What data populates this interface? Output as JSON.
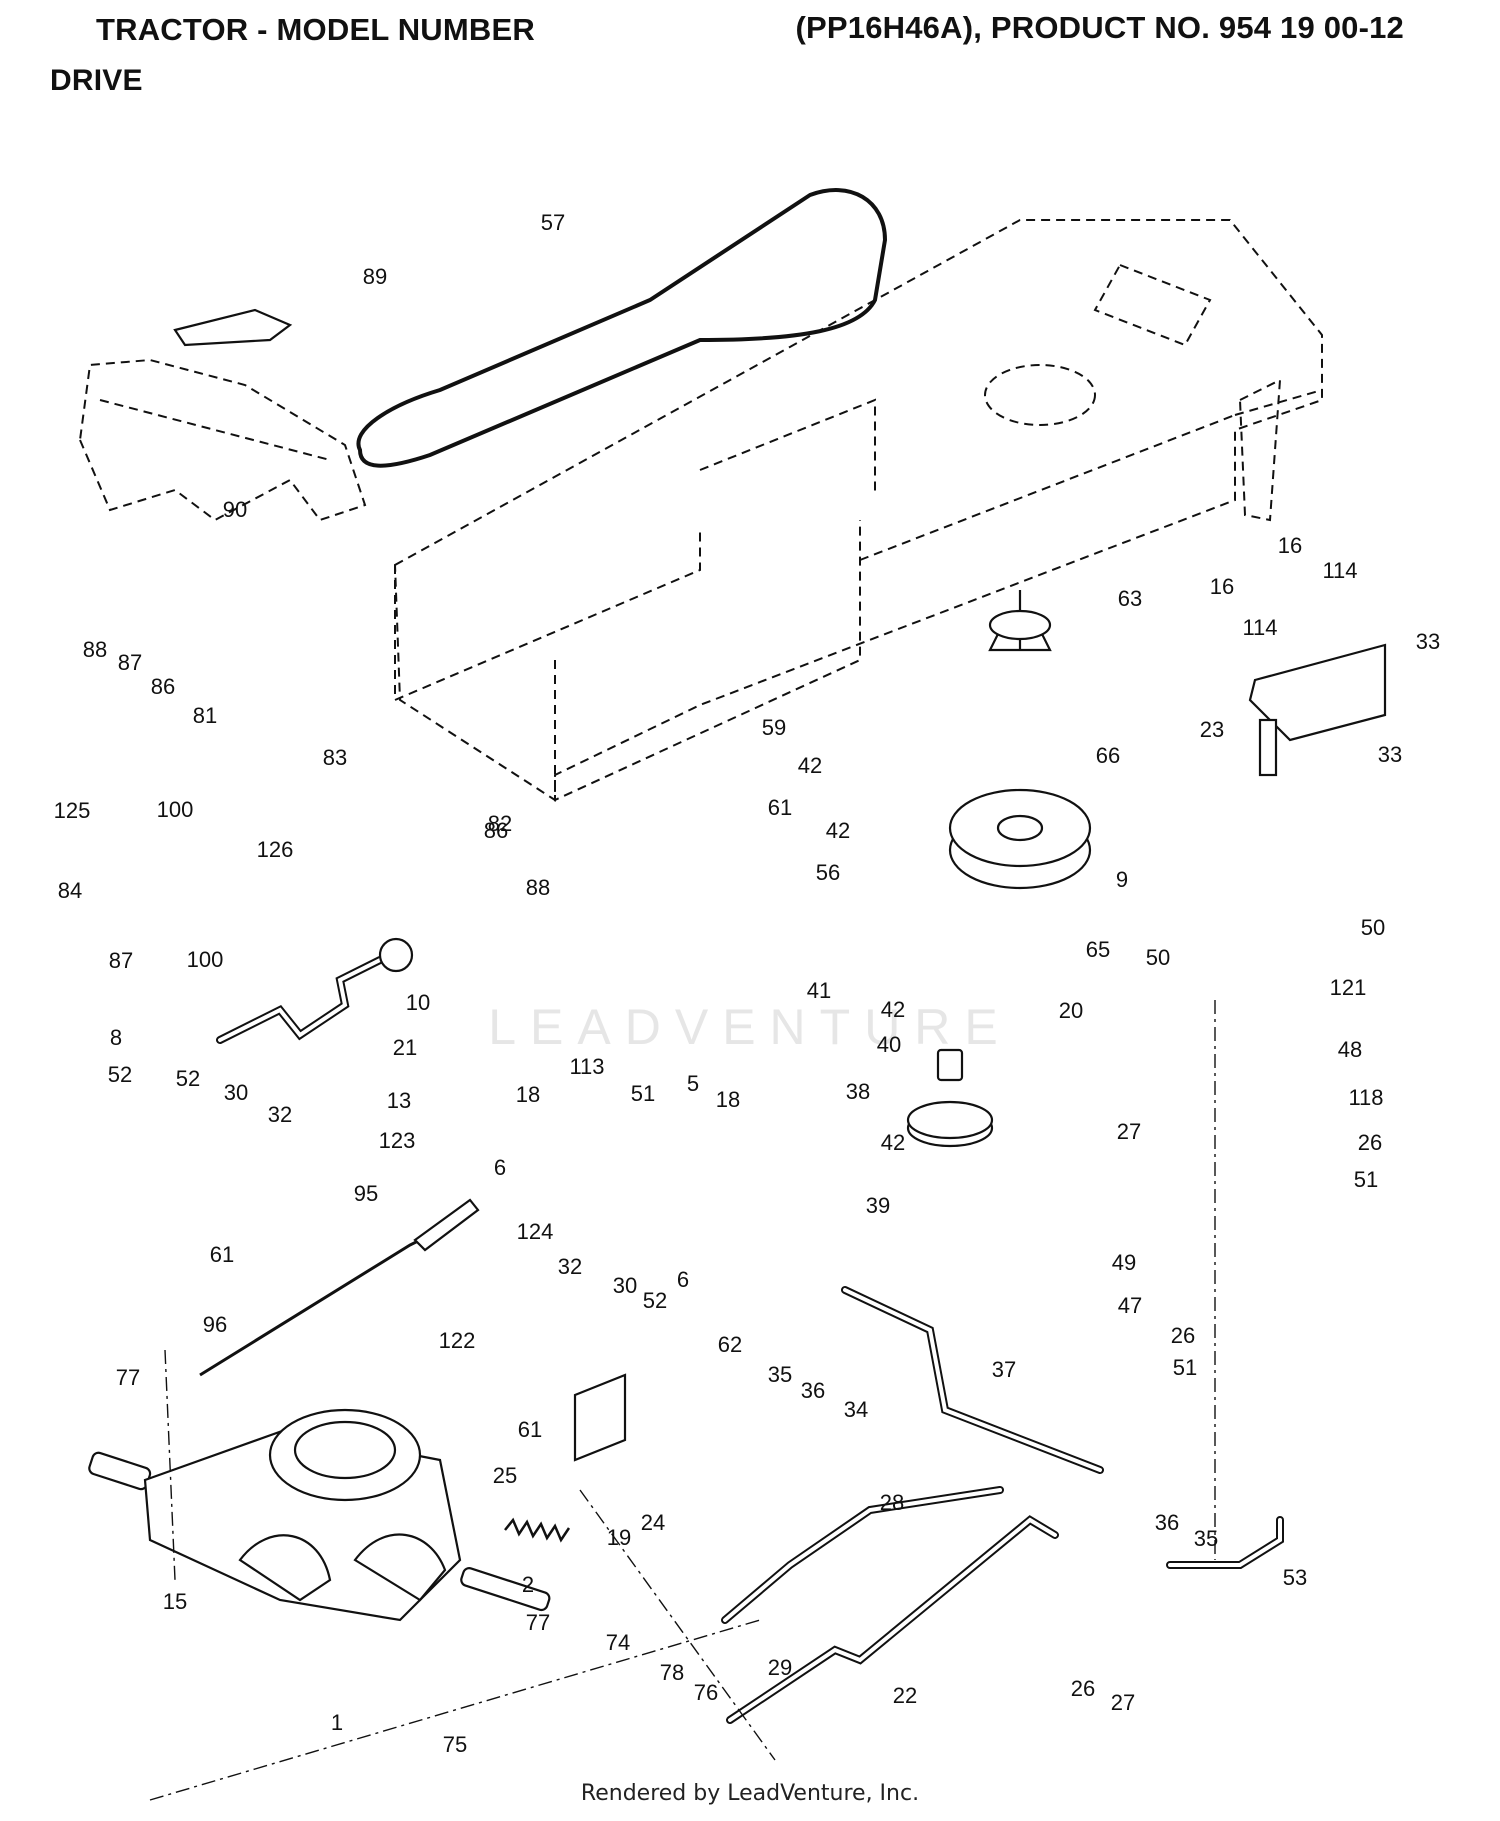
{
  "header": {
    "title_left": "TRACTOR - MODEL NUMBER",
    "title_right": "(PP16H46A), PRODUCT NO. 954 19 00-12",
    "section": "DRIVE"
  },
  "watermark": "LEADVENTURE",
  "footer": "Rendered by LeadVenture, Inc.",
  "callouts": [
    "57",
    "89",
    "90",
    "88",
    "87",
    "86",
    "81",
    "83",
    "82",
    "125",
    "100",
    "84",
    "126",
    "86",
    "88",
    "87",
    "100",
    "10",
    "21",
    "8",
    "52",
    "52",
    "30",
    "32",
    "61",
    "13",
    "123",
    "95",
    "124",
    "122",
    "96",
    "18",
    "113",
    "51",
    "5",
    "18",
    "6",
    "6",
    "32",
    "30",
    "52",
    "61",
    "62",
    "35",
    "36",
    "34",
    "37",
    "77",
    "25",
    "19",
    "24",
    "15",
    "2",
    "77",
    "1",
    "74",
    "78",
    "76",
    "75",
    "28",
    "29",
    "22",
    "53",
    "36",
    "35",
    "26",
    "27",
    "59",
    "42",
    "61",
    "42",
    "56",
    "63",
    "66",
    "9",
    "65",
    "20",
    "41",
    "42",
    "40",
    "38",
    "42",
    "39",
    "16",
    "16",
    "114",
    "114",
    "33",
    "23",
    "33",
    "50",
    "50",
    "121",
    "48",
    "27",
    "118",
    "26",
    "51",
    "49",
    "47",
    "26",
    "51"
  ]
}
